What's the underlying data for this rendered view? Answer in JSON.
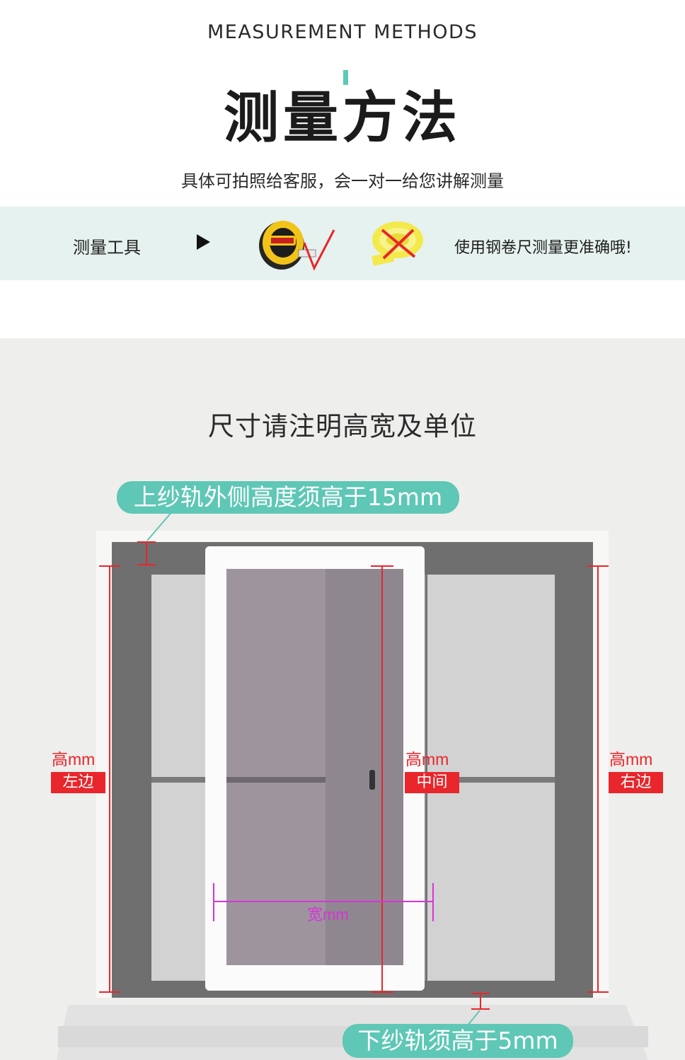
{
  "header": {
    "en_title": "MEASUREMENT METHODS",
    "cn_title": "测量方法",
    "subtitle": "具体可拍照给客服，会一对一给您讲解测量"
  },
  "tools": {
    "label": "测量工具",
    "arrow_icon": "play-arrow-icon",
    "tip": "使用钢卷尺测量更准确哦!",
    "correct_tool_icon": "steel-tape-measure-check-icon",
    "wrong_tool_icon": "soft-tape-measure-cross-icon",
    "colors": {
      "band": "#e6f2ef",
      "check": "#e8262b",
      "cross": "#e8262b"
    }
  },
  "diagram": {
    "note": "尺寸请注明高宽及单位",
    "top_callout": "上纱轨外侧高度须高于15mm",
    "bottom_callout": "下纱轨须高于5mm",
    "height_left": {
      "value": "高mm",
      "tag": "左边"
    },
    "height_middle": {
      "value": "高mm",
      "tag": "中间"
    },
    "height_right": {
      "value": "高mm",
      "tag": "右边"
    },
    "width_label": "宽mm",
    "colors": {
      "callout": "#5ec7b5",
      "height_marker": "#e8262b",
      "width_marker": "#d932d9"
    }
  }
}
